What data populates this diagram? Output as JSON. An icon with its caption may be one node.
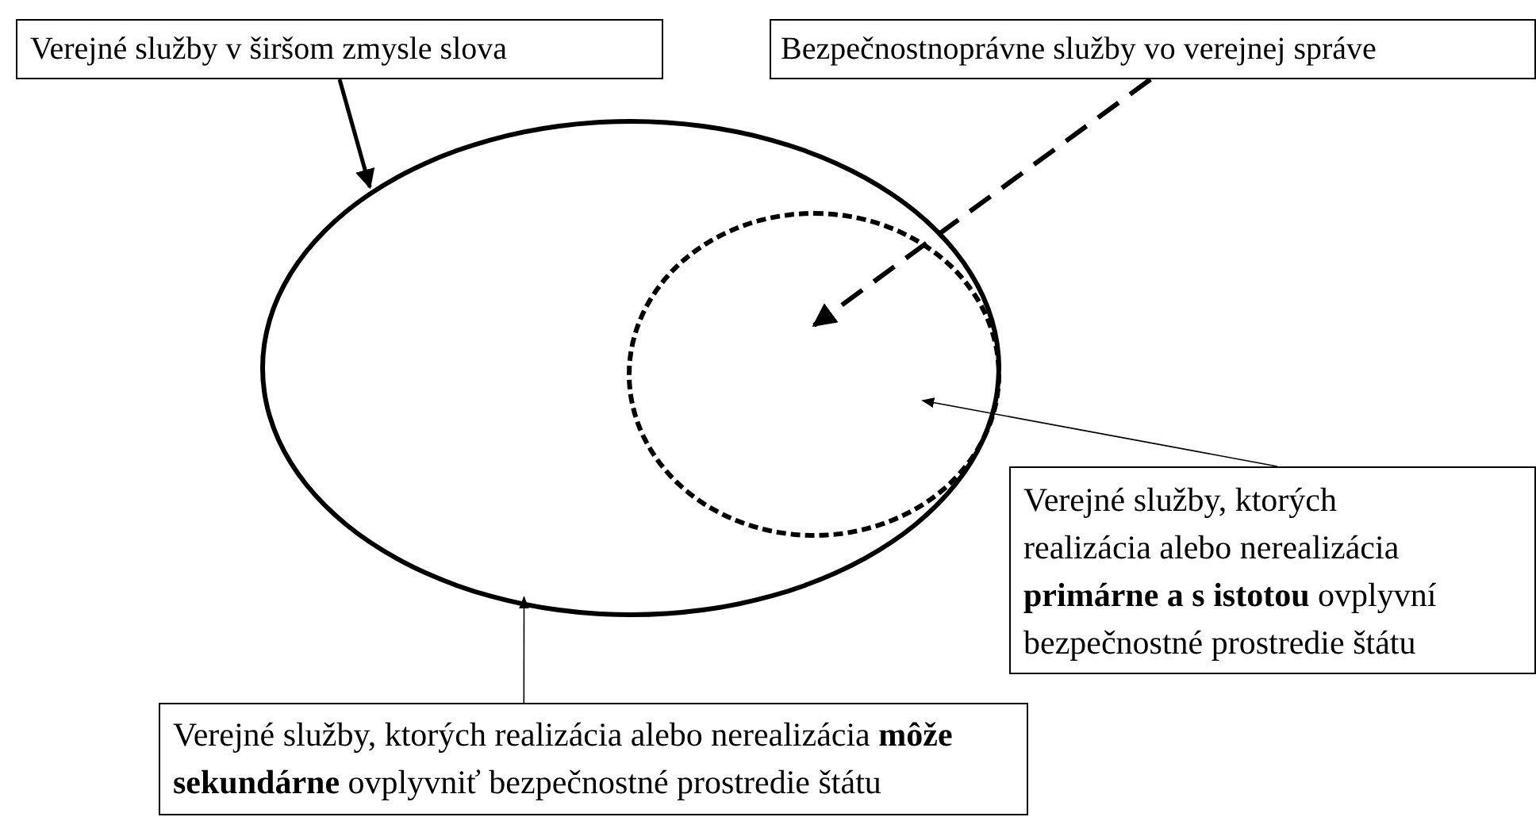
{
  "diagram": {
    "nodes": [
      {
        "text": [
          "Verejné služby v širšom zmysle slova"
        ]
      },
      {
        "text": [
          "Bezpečnostnoprávne služby vo verejnej správe"
        ]
      },
      {
        "text": [],
        "shape": "ellipse"
      },
      {
        "text": [],
        "shape": "ellipse",
        "in": 2
      },
      {
        "text": [
          "Verejné služby, ktorých realizácia alebo nerealizácia **primárne a s istotou** ovplyvní bezpečnostné prostredie štátu"
        ]
      },
      {
        "text": [
          "Verejné služby, ktorých realizácia alebo nerealizácia **môže sekundárne** ovplyvniť bezpečnostné prostredie štátu"
        ]
      }
    ],
    "edges": [
      {
        "from": 0,
        "to": 2,
        "arrow": "to",
        "style": "thick"
      },
      {
        "from": 1,
        "to": 3,
        "arrow": "to",
        "style": "dashed"
      },
      {
        "from": 4,
        "to": 3,
        "arrow": "to"
      },
      {
        "from": 5,
        "to": 2,
        "arrow": "to"
      }
    ]
  }
}
